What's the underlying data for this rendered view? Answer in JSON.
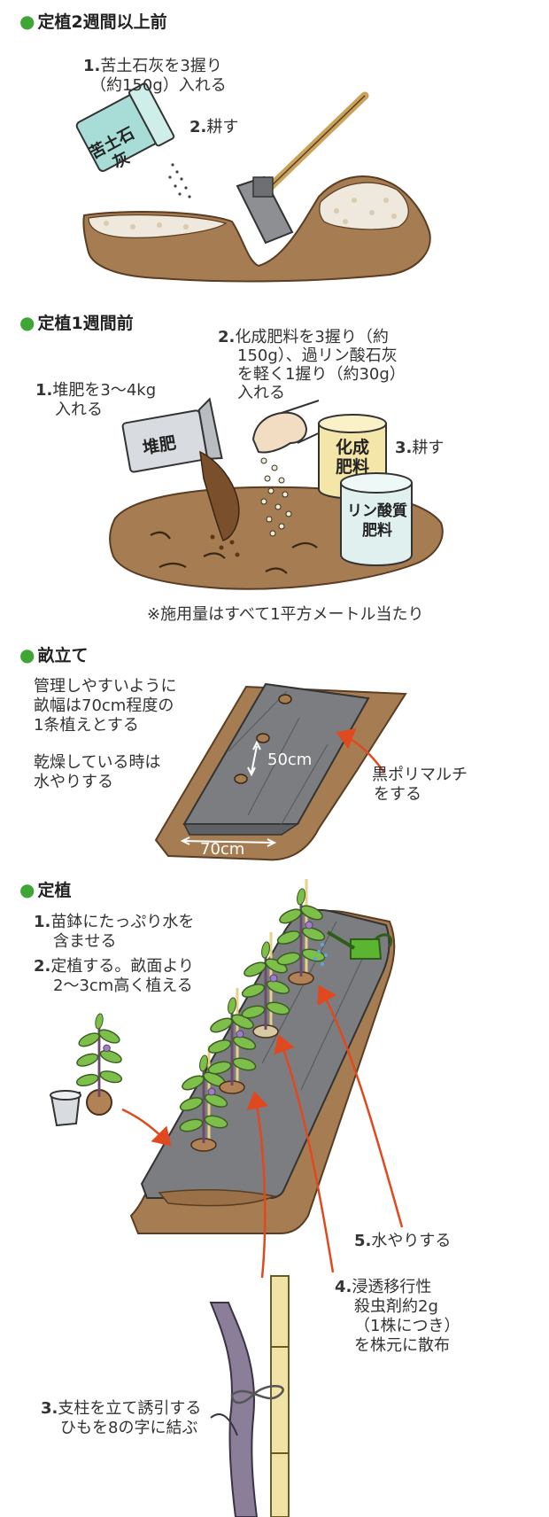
{
  "section1": {
    "heading": "定植2週間以上前",
    "step1_num": "1.",
    "step1_line1": "苦土石灰を3握り",
    "step1_line2": "（約150g）入れる",
    "step2_num": "2.",
    "step2_text": "耕す",
    "bag_label": "苦土石灰"
  },
  "section2": {
    "heading": "定植1週間前",
    "step1_num": "1.",
    "step1_line1": "堆肥を3〜4kg",
    "step1_line2": "入れる",
    "step2_num": "2.",
    "step2_line1": "化成肥料を3握り（約",
    "step2_line2": "150g）、過リン酸石灰",
    "step2_line3": "を軽く1握り（約30g）",
    "step2_line4": "入れる",
    "step3_num": "3.",
    "step3_text": "耕す",
    "bag_compost": "堆肥",
    "can1_line1": "化成",
    "can1_line2": "肥料",
    "can2_line1": "リン酸質",
    "can2_line2": "肥料",
    "note": "※施用量はすべて1平方メートル当たり"
  },
  "section3": {
    "heading": "畝立て",
    "text1_line1": "管理しやすいように",
    "text1_line2": "畝幅は70cm程度の",
    "text1_line3": "1条植えとする",
    "text2_line1": "乾燥している時は",
    "text2_line2": "水やりする",
    "dim_spacing": "50cm",
    "dim_width": "70cm",
    "mulch_line1": "黒ポリマルチ",
    "mulch_line2": "をする"
  },
  "section4": {
    "heading": "定植",
    "step1_num": "1.",
    "step1_line1": "苗鉢にたっぷり水を",
    "step1_line2": "含ませる",
    "step2_num": "2.",
    "step2_line1": "定植する。畝面より",
    "step2_line2": "2〜3cm高く植える",
    "step3_num": "3.",
    "step3_line1": "支柱を立て誘引する",
    "step3_line2": "ひもを8の字に結ぶ",
    "step4_num": "4.",
    "step4_line1": "浸透移行性",
    "step4_line2": "殺虫剤約2g",
    "step4_line3": "（1株につき）",
    "step4_line4": "を株元に散布",
    "step5_num": "5.",
    "step5_text": "水やりする"
  },
  "colors": {
    "accent_dot": "#3fa535",
    "arrow": "#e0491f",
    "soil": "#a67c52",
    "mulch": "#7b7d80",
    "leaf": "#7dbf4a",
    "bag": "#a8dcd6"
  }
}
